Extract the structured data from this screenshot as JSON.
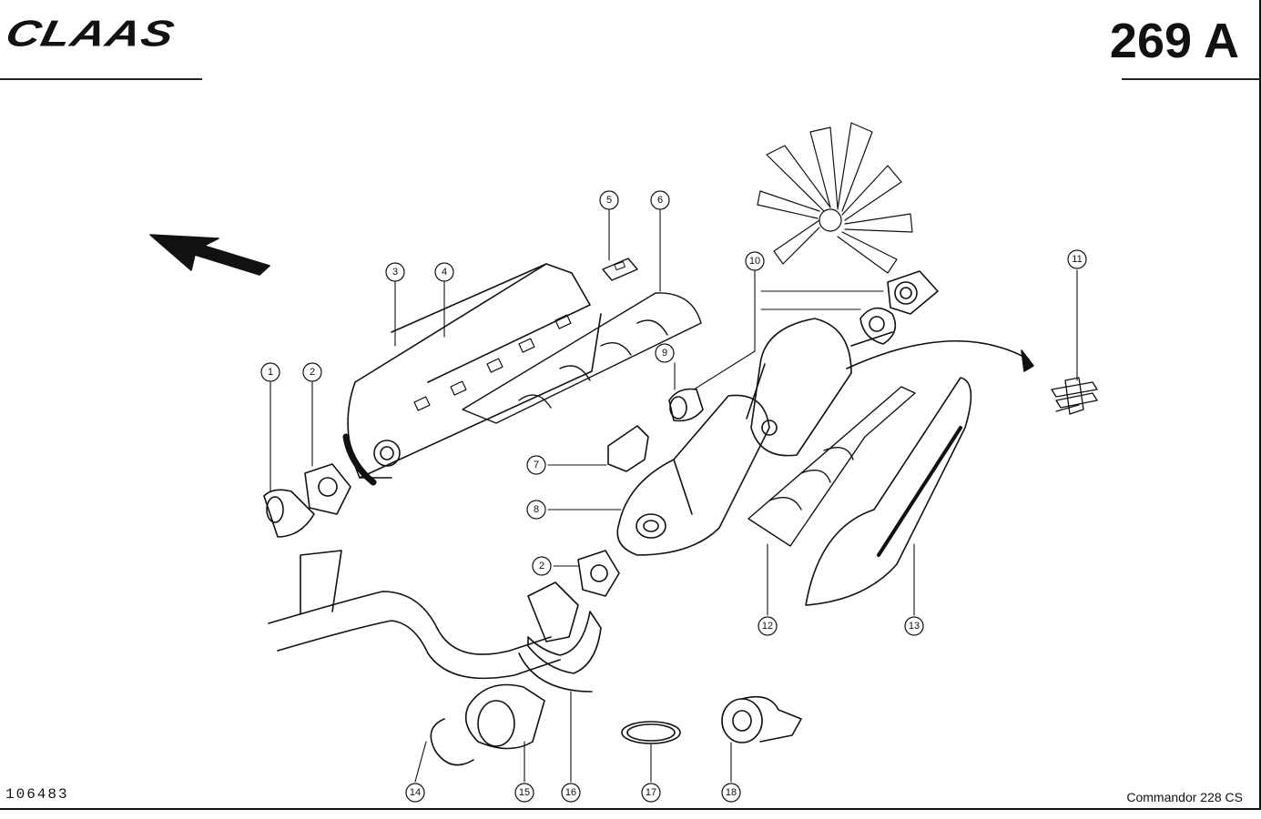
{
  "header": {
    "brand": "CLAAS",
    "page_number": "269 A"
  },
  "footer": {
    "document_number": "106483",
    "model": "Commandor 228 CS"
  },
  "callouts": [
    "1",
    "2",
    "3",
    "4",
    "5",
    "6",
    "7",
    "8",
    "9",
    "10",
    "11",
    "2",
    "12",
    "13",
    "14",
    "15",
    "16",
    "17",
    "18"
  ],
  "colors": {
    "ink": "#111111",
    "paper": "#ffffff"
  }
}
